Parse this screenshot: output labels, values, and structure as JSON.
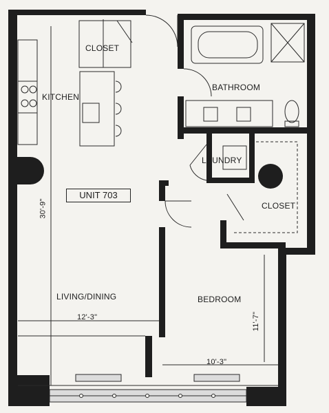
{
  "plan": {
    "unit": "UNIT   703",
    "rooms": {
      "closet_top": "CLOSET",
      "kitchen": "KITCHEN",
      "bathroom": "BATHROOM",
      "laundry": "LAUNDRY",
      "closet_bedroom": "CLOSET",
      "living_dining": "LIVING/DINING",
      "bedroom": "BEDROOM"
    },
    "dimensions": {
      "living_height": "30'-9\"",
      "living_width": "12'-3\"",
      "bedroom_height": "11'-7\"",
      "bedroom_width": "10'-3\""
    },
    "colors": {
      "wall": "#1e1e1e",
      "line": "#2a2a2a",
      "paper": "#f4f3ef",
      "window": "#dcdcdc"
    }
  }
}
